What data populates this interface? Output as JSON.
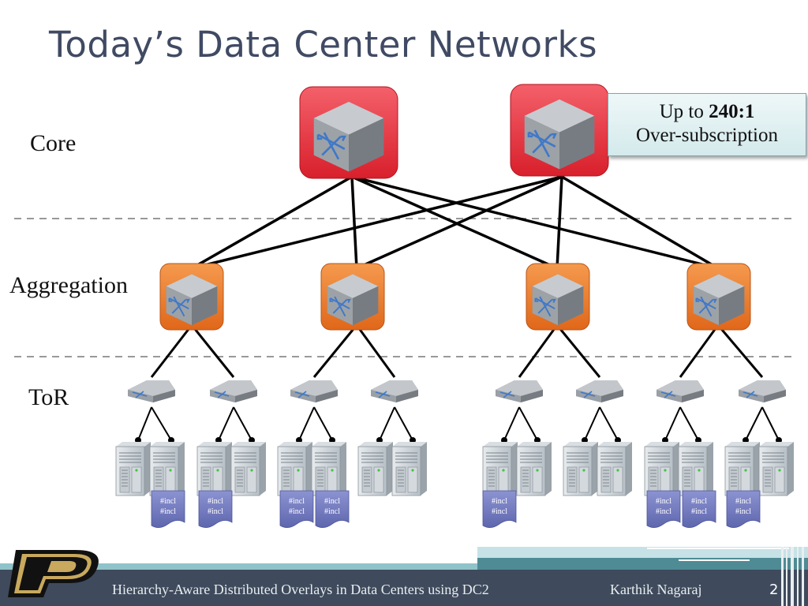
{
  "slide": {
    "title": "Today’s Data Center Networks",
    "page_number": "2"
  },
  "levels": {
    "core": "Core",
    "aggregation": "Aggregation",
    "tor": "ToR"
  },
  "callout": {
    "prefix": "Up to ",
    "ratio": "240:1",
    "line2": "Over-subscription"
  },
  "doc_label": "#incl",
  "footer": {
    "talk_title": "Hierarchy-Aware Distributed Overlays in Data Centers using DC2",
    "presenter": "Karthik Nagaraj"
  },
  "colors": {
    "core_switch": "#e8303a",
    "aggregation_switch": "#ee7d2b",
    "title": "#404a63",
    "footer_bar": "#3f4a5c",
    "document": "#7a82c4"
  }
}
